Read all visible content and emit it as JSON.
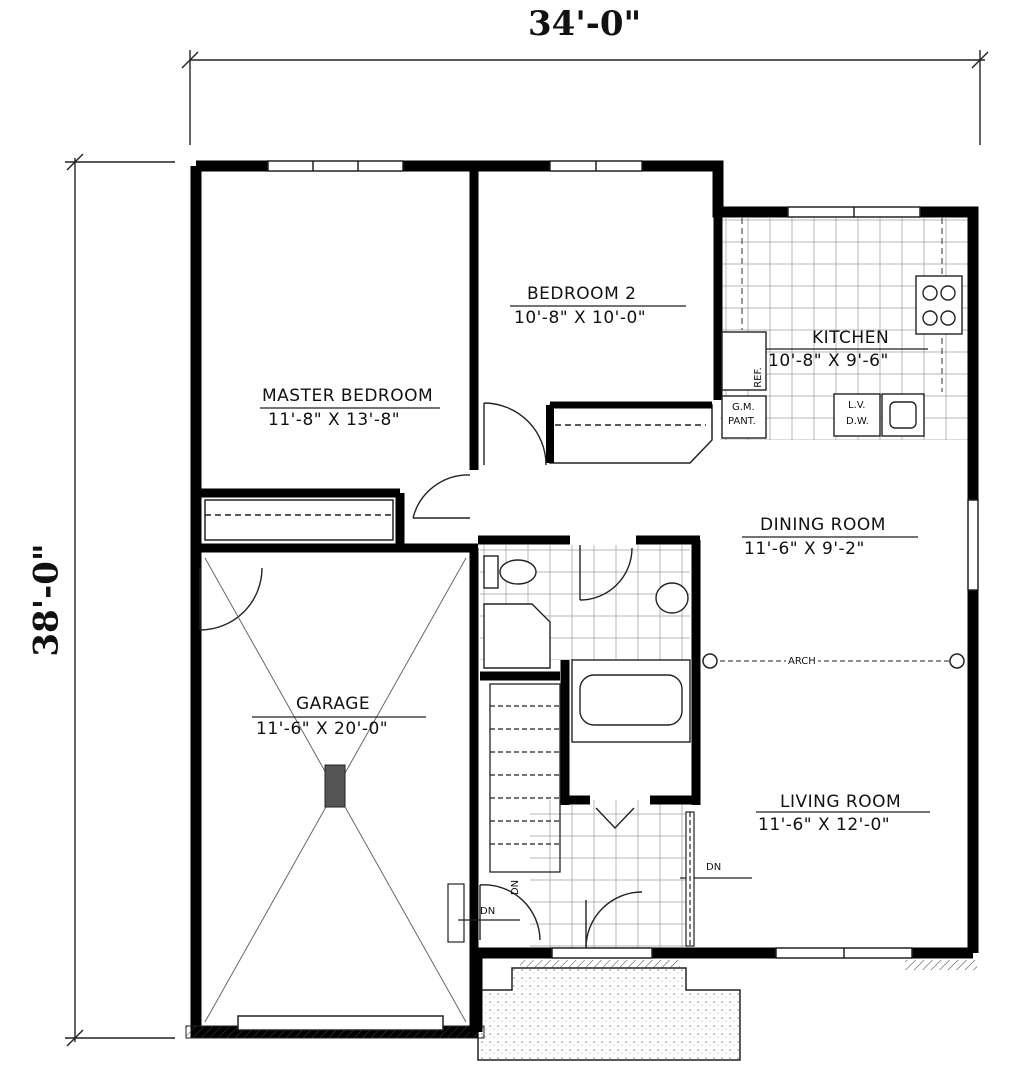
{
  "dimensions": {
    "width": "34'-0\"",
    "depth": "38'-0\""
  },
  "rooms": {
    "master_bedroom": {
      "name": "MASTER BEDROOM",
      "size": "11'-8\" X 13'-8\""
    },
    "bedroom2": {
      "name": "BEDROOM 2",
      "size": "10'-8\" X 10'-0\""
    },
    "kitchen": {
      "name": "KITCHEN",
      "size": "10'-8\" X 9'-6\""
    },
    "dining": {
      "name": "DINING ROOM",
      "size": "11'-6\" X 9'-2\""
    },
    "garage": {
      "name": "GARAGE",
      "size": "11'-6\" X 20'-0\""
    },
    "living": {
      "name": "LIVING ROOM",
      "size": "11'-6\" X 12'-0\""
    }
  },
  "annotations": {
    "ref": "REF.",
    "gm_pant_1": "G.M.",
    "gm_pant_2": "PANT.",
    "lv": "L.V.",
    "dw": "D.W.",
    "arch": "ARCH",
    "dn_living": "DN",
    "dn_garage": "DN",
    "dn_stair": "DN"
  }
}
